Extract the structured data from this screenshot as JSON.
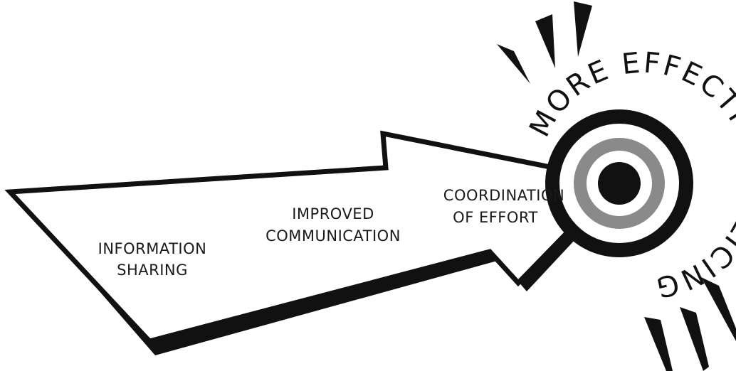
{
  "diagram": {
    "arrow_stages": [
      {
        "line1": "INFORMATION",
        "line2": "SHARING"
      },
      {
        "line1": "IMPROVED",
        "line2": "COMMUNICATION"
      },
      {
        "line1": "COORDINATION",
        "line2": "OF EFFORT"
      }
    ],
    "target_label": "MORE EFFECTIVE POLICING",
    "colors": {
      "ink": "#111111",
      "arrow_fill": "#ffffff",
      "target_black": "#111111",
      "target_gray": "#8a8a8a",
      "target_white": "#ffffff"
    },
    "icons": [
      "arrow-icon",
      "target-icon",
      "burst-icon"
    ]
  }
}
